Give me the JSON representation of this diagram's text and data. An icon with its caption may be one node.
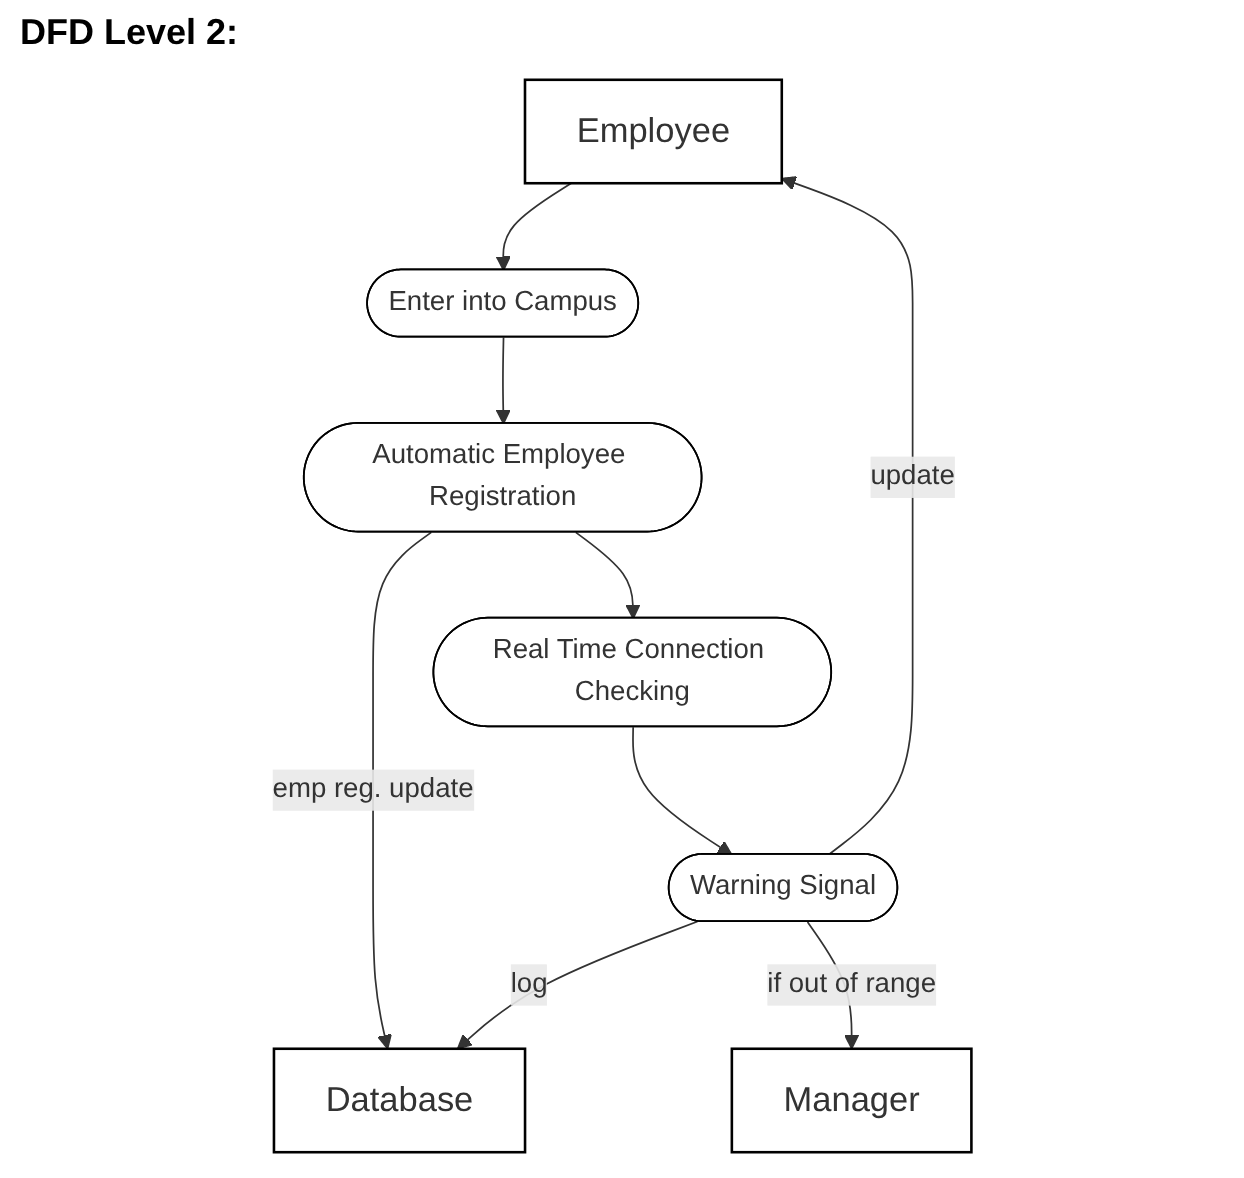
{
  "diagram": {
    "title": "DFD Level 2:",
    "nodes": [
      {
        "text": [
          "Employee"
        ]
      },
      {
        "text": [
          "Enter into Campus"
        ]
      },
      {
        "text": [
          "Database"
        ]
      },
      {
        "text": [
          "Automatic Employee Registration"
        ]
      },
      {
        "text": [
          "Real Time Connection Checking"
        ]
      },
      {
        "text": [
          "Warning Signal"
        ]
      },
      {
        "text": [
          "Manager"
        ]
      }
    ],
    "edges": [
      {
        "from": 0,
        "to": 1,
        "arrow": "to"
      },
      {
        "from": 1,
        "to": 3,
        "arrow": "to"
      },
      {
        "from": 3,
        "to": 2,
        "arrow": "to",
        "label": "emp reg. update"
      },
      {
        "from": 3,
        "to": 4,
        "arrow": "to"
      },
      {
        "from": 4,
        "to": 5,
        "arrow": "to"
      },
      {
        "from": 5,
        "to": 0,
        "arrow": "to",
        "label": "update"
      },
      {
        "from": 5,
        "to": 2,
        "arrow": "to",
        "label": "log"
      },
      {
        "from": 5,
        "to": 6,
        "arrow": "to",
        "label": "if out of range"
      }
    ]
  }
}
